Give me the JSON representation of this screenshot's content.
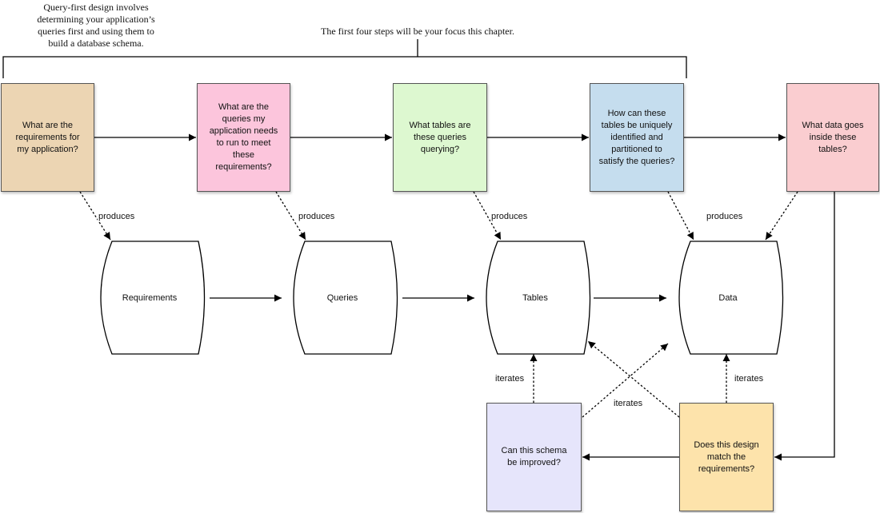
{
  "notes": {
    "left": "Query-first design involves\ndetermining your application’s\nqueries first and using them to\nbuild a database schema.",
    "bracket": "The first four steps will be your focus this chapter."
  },
  "steps": [
    {
      "text": "What are the\nrequirements for\nmy application?",
      "color": "#ecd5b3"
    },
    {
      "text": "What are the\nqueries my\napplication needs\nto run to meet\nthese\nrequirements?",
      "color": "#fcc5dc"
    },
    {
      "text": "What tables are\nthese queries\nquerying?",
      "color": "#ddf8d0"
    },
    {
      "text": "How can these\ntables be uniquely\nidentified and\npartitioned to\nsatisfy the queries?",
      "color": "#c5ddee"
    },
    {
      "text": "What data goes\ninside these\ntables?",
      "color": "#facdd0"
    }
  ],
  "stores": [
    "Requirements",
    "Queries",
    "Tables",
    "Data"
  ],
  "review": {
    "improve": {
      "text": "Can this schema\nbe improved?",
      "color": "#e6e5fb"
    },
    "match": {
      "text": "Does this design\nmatch the\nrequirements?",
      "color": "#fde3ab"
    }
  },
  "labels": {
    "produces": "produces",
    "iterates": "iterates"
  }
}
